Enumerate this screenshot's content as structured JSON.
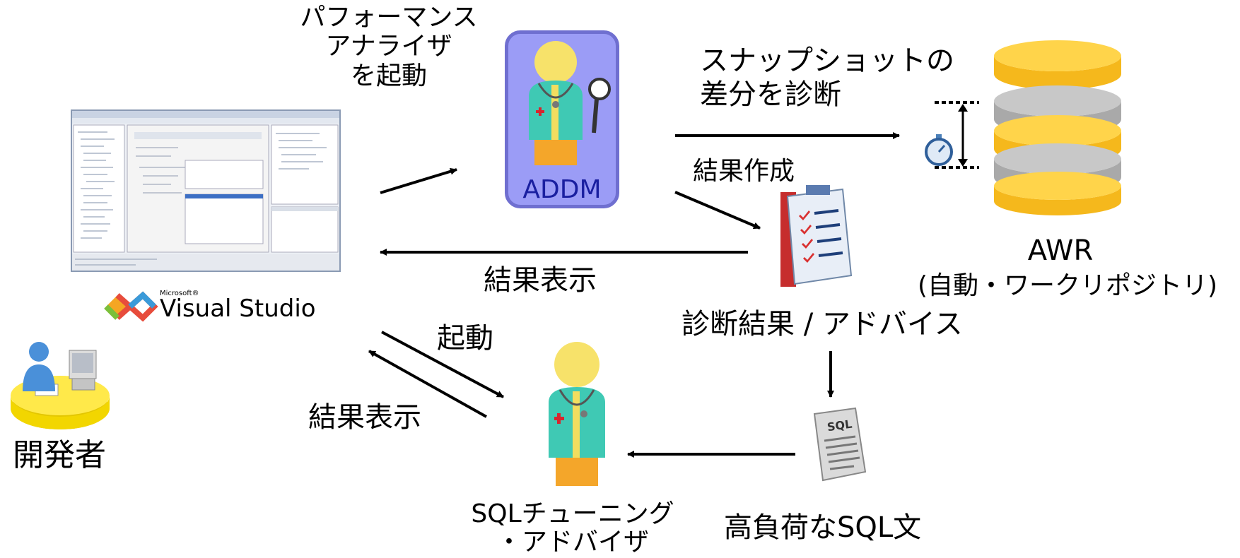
{
  "labels": {
    "perf_analyzer_line1": "パフォーマンス",
    "perf_analyzer_line2": "アナライザ",
    "perf_analyzer_line3": "を起動",
    "addd_name": "ADDM",
    "snapshot_line1": "スナップショットの",
    "snapshot_line2": "差分を診断",
    "create_result": "結果作成",
    "show_result_top": "結果表示",
    "awr_title": "AWR",
    "awr_subtitle": "(自動・ワークリポジトリ)",
    "diag_result": "診断結果 / アドバイス",
    "launch": "起動",
    "show_result_bottom": "結果表示",
    "developer": "開発者",
    "sql_tuning_line1": "SQLチューニング",
    "sql_tuning_line2": "・アドバイザ",
    "high_load_sql": "高負荷なSQL文",
    "vs_brand_small": "Microsoft®",
    "vs_brand": "Visual Studio",
    "sql_doc_label": "SQL"
  },
  "colors": {
    "addm_box_fill": "#9b9cf6",
    "addm_box_border": "#6f6fd0",
    "addm_text": "#1a1fa0",
    "db_gold": "#f5b81c",
    "db_gray": "#a9a9a9",
    "arrow": "#000000"
  },
  "icons": {
    "doctor": "doctor-icon",
    "database": "database-icon",
    "clipboard": "clipboard-checklist-icon",
    "sql_doc": "sql-document-icon",
    "developer": "developer-at-desk-icon",
    "visual_studio_logo": "visual-studio-logo"
  }
}
